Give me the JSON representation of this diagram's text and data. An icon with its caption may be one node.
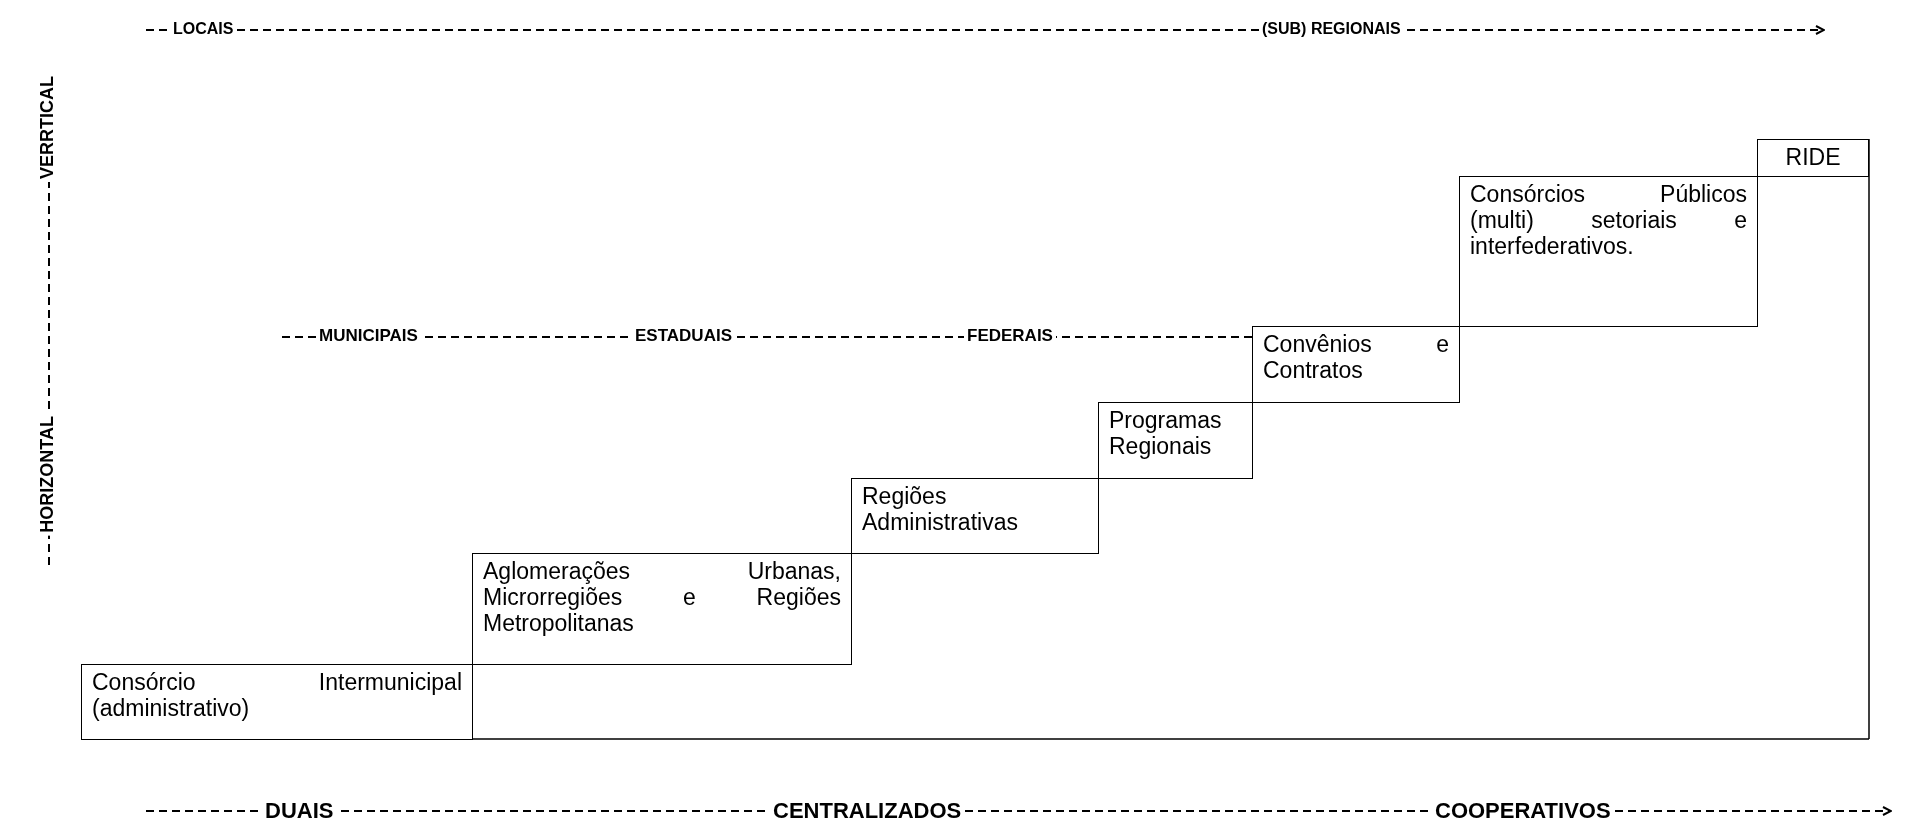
{
  "diagram": {
    "nodes": [
      {
        "text": [
          "Consórcio Intermunicipal (administrativo)"
        ]
      },
      {
        "text": [
          "Aglomerações Urbanas, Microrregiões e Regiões Metropolitanas"
        ]
      },
      {
        "text": [
          "Regiões Administrativas"
        ]
      },
      {
        "text": [
          "Programas Regionais"
        ]
      },
      {
        "text": [
          "Convênios e Contratos"
        ]
      },
      {
        "text": [
          "Consórcios Públicos (multi) setoriais e interfederativos."
        ]
      },
      {
        "text": [
          "RIDE"
        ]
      }
    ],
    "edges": [],
    "labels": [
      "LOCAIS",
      "(SUB) REGIONAIS",
      "VERRTICAL",
      "HORIZONTAL",
      "MUNICIPAIS",
      "ESTADUAIS",
      "FEDERAIS",
      "DUAIS",
      "CENTRALIZADOS",
      "COOPERATIVOS"
    ]
  }
}
